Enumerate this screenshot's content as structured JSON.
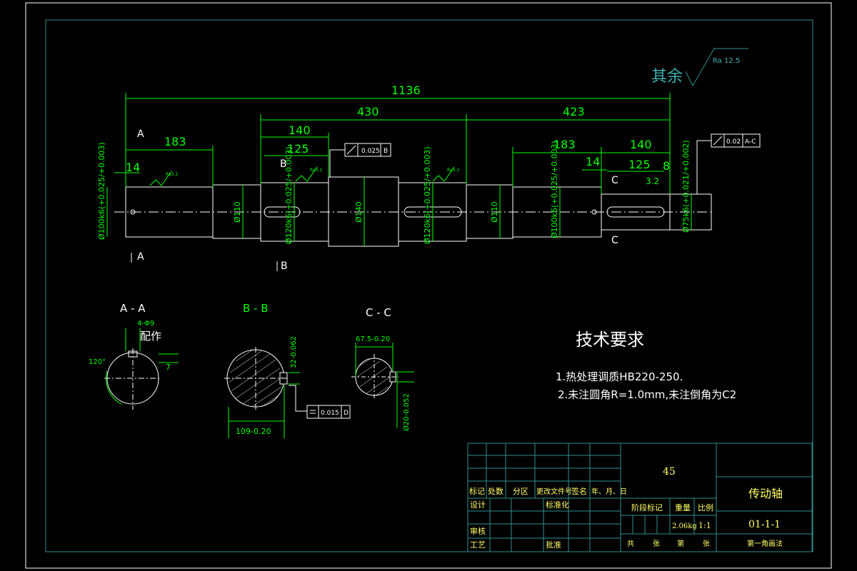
{
  "roughness": {
    "label": "其余",
    "value": "Ra 12.5"
  },
  "main_view": {
    "dims": {
      "total": "1136",
      "d430": "430",
      "d423": "423",
      "d183_left": "183",
      "d140_left": "140",
      "d125_left": "125",
      "d14_left": "14",
      "d183_right": "183",
      "d140_right": "140",
      "d125_right": "125",
      "d14_right": "14",
      "d8": "8",
      "d3_2": "3.2"
    },
    "diameters": {
      "d100_left": "Ø100k6(+0.025/+0.003)",
      "d110_left": "Ø110",
      "d120_left": "Ø120k6(+0.025/+0.003)",
      "d140": "Ø140",
      "d120_right": "Ø120k6(+0.025/+0.003)",
      "d110_right": "Ø110",
      "d100_right": "Ø100k6(+0.025/+0.003)",
      "d75": "Ø75k6(+0.021/+0.002)"
    },
    "section_marks": {
      "a": "A",
      "b": "B",
      "c": "C"
    },
    "tolerance_frames": {
      "runout_b": {
        "value": "0.025",
        "datum": "B"
      },
      "runout_ac": {
        "value": "0.02",
        "datum": "A-C"
      }
    },
    "surface_marks": {
      "s1": "Ra3.2",
      "s2": "Ra3.2",
      "s3": "Ra3.2"
    }
  },
  "sections": {
    "aa": {
      "title": "A - A",
      "note": "配作",
      "dim_top": "4-Φ9",
      "dim_angle": "120°",
      "dim_side": "7"
    },
    "bb": {
      "title": "B - B",
      "dim_depth": "32-0.062",
      "dim_width": "109-0.20",
      "flatness": {
        "value": "0.015",
        "datum": "D"
      }
    },
    "cc": {
      "title": "C - C",
      "dim_top": "67.5-0.20",
      "dim_key": "Ø20-0.052"
    }
  },
  "tech_requirements": {
    "title": "技术要求",
    "items": [
      "1.热处理调质HB220-250.",
      "2.未注圆角R=1.0mm,未注倒角为C2"
    ]
  },
  "title_block": {
    "material": "45",
    "part_name": "传动轴",
    "drawing_no": "01-1-1",
    "projection": "第一角画法",
    "headers": [
      "标记",
      "处数",
      "分区",
      "更改文件号",
      "签名",
      "年、月、日"
    ],
    "row_labels": [
      "设计",
      "标准化",
      "审核",
      "工艺",
      "批准"
    ],
    "stage_label": "阶段标记",
    "weight_label": "重量",
    "scale_label": "比例",
    "weight": "2.06kg",
    "scale": "1:1",
    "sheets": [
      "共",
      "张",
      "第",
      "张"
    ]
  }
}
